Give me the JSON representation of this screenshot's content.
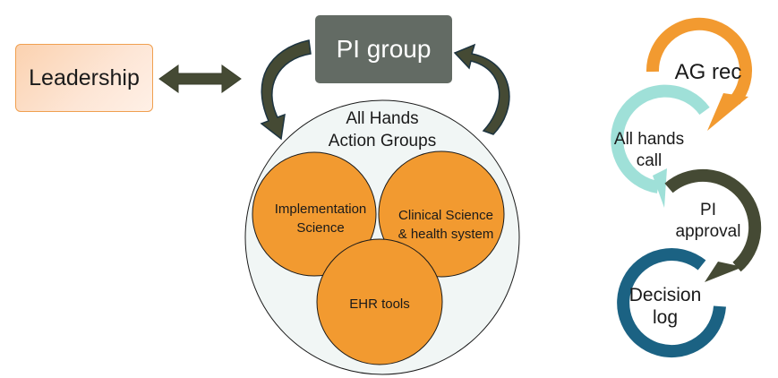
{
  "left_panel": {
    "leadership_label": "Leadership",
    "pi_group_label": "PI group",
    "all_hands": {
      "line1": "All Hands",
      "line2": "Action Groups"
    },
    "action_groups": [
      {
        "line1": "Implementation",
        "line2": "Science"
      },
      {
        "line1": "Clinical Science",
        "line2": "& health system"
      },
      {
        "line1": "EHR tools",
        "line2": ""
      }
    ]
  },
  "cycle": {
    "steps": [
      {
        "line1": "AG rec",
        "line2": ""
      },
      {
        "line1": "All hands",
        "line2": "call"
      },
      {
        "line1": "PI",
        "line2": "approval"
      },
      {
        "line1": "Decision",
        "line2": "log"
      }
    ]
  },
  "colors": {
    "orange": "#f29a30",
    "teal_light": "#9fe0d8",
    "olive_dark": "#454a34",
    "blue_dark": "#1b6283",
    "pi_gray": "#636b64",
    "circle_bg": "#f1f6f5"
  }
}
